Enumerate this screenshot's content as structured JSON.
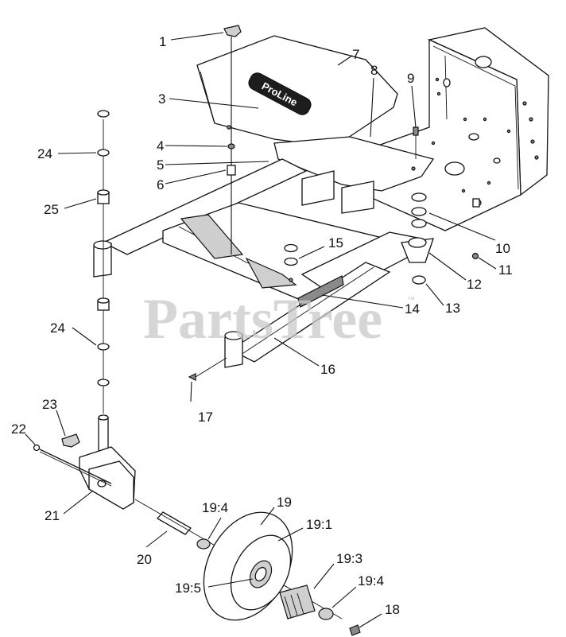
{
  "watermark": {
    "text": "PartsTree",
    "trademark": "™"
  },
  "plate_badge": "ProLine",
  "callouts": [
    {
      "id": "1",
      "label": "1"
    },
    {
      "id": "3",
      "label": "3"
    },
    {
      "id": "4",
      "label": "4"
    },
    {
      "id": "5",
      "label": "5"
    },
    {
      "id": "6",
      "label": "6"
    },
    {
      "id": "7",
      "label": "7"
    },
    {
      "id": "8",
      "label": "8"
    },
    {
      "id": "9",
      "label": "9"
    },
    {
      "id": "10",
      "label": "10"
    },
    {
      "id": "11",
      "label": "11"
    },
    {
      "id": "12",
      "label": "12"
    },
    {
      "id": "13",
      "label": "13"
    },
    {
      "id": "14",
      "label": "14"
    },
    {
      "id": "15",
      "label": "15"
    },
    {
      "id": "16",
      "label": "16"
    },
    {
      "id": "17",
      "label": "17"
    },
    {
      "id": "18",
      "label": "18"
    },
    {
      "id": "19",
      "label": "19"
    },
    {
      "id": "19-1",
      "label": "19:1"
    },
    {
      "id": "19-3",
      "label": "19:3"
    },
    {
      "id": "19-4a",
      "label": "19:4"
    },
    {
      "id": "19-4b",
      "label": "19:4"
    },
    {
      "id": "19-5",
      "label": "19:5"
    },
    {
      "id": "20",
      "label": "20"
    },
    {
      "id": "21",
      "label": "21"
    },
    {
      "id": "22",
      "label": "22"
    },
    {
      "id": "23",
      "label": "23"
    },
    {
      "id": "24a",
      "label": "24"
    },
    {
      "id": "24b",
      "label": "24"
    },
    {
      "id": "25",
      "label": "25"
    }
  ]
}
